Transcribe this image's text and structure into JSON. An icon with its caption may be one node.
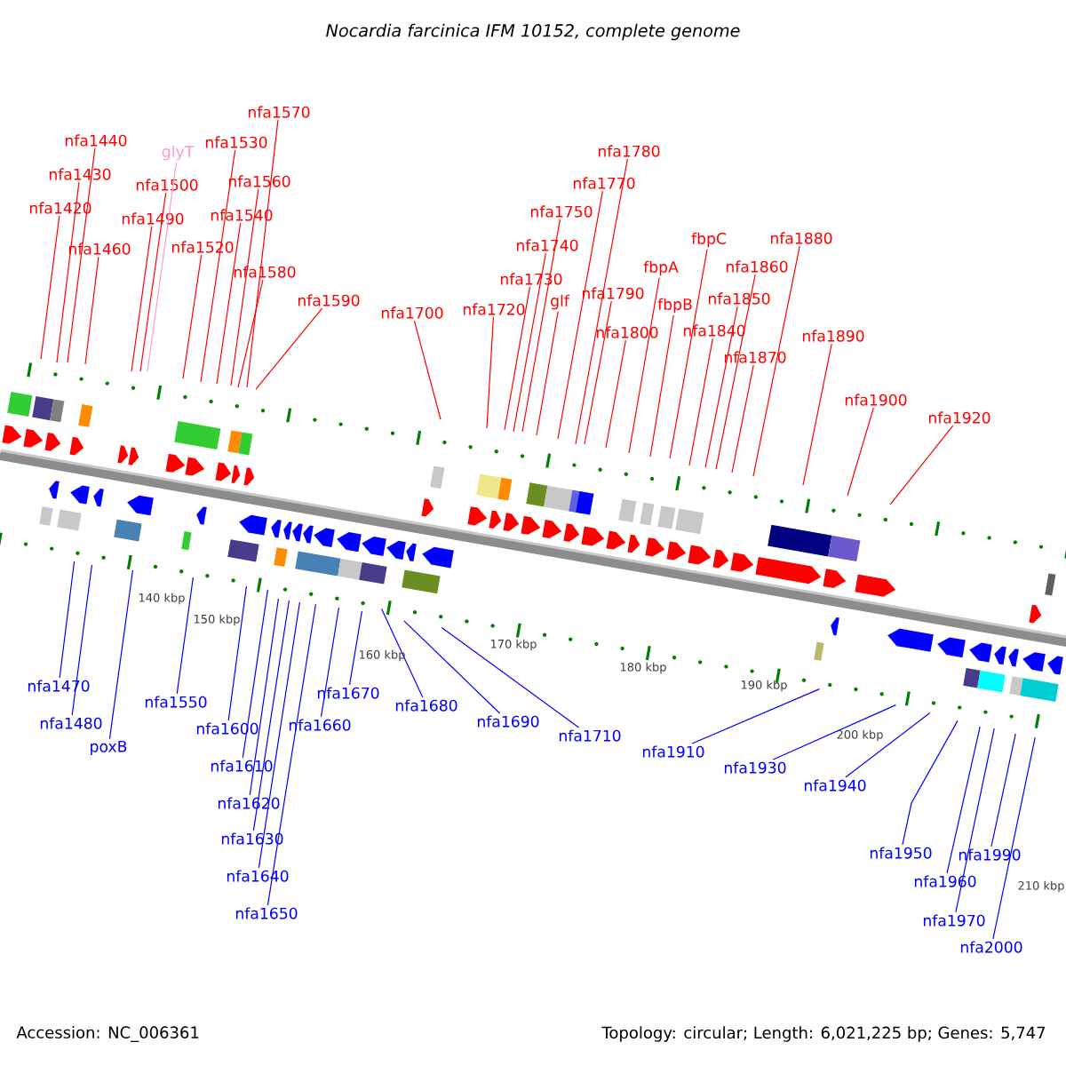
{
  "diagram": {
    "title": "Nocardia farcinica IFM 10152, complete genome",
    "nodes": [
      {
        "text": [
          "nfa1420"
        ]
      },
      {
        "text": [
          "nfa1430"
        ]
      },
      {
        "text": [
          "nfa1440"
        ]
      },
      {
        "text": [
          "nfa1460"
        ]
      },
      {
        "text": [
          "nfa1490"
        ]
      },
      {
        "text": [
          "nfa1500"
        ]
      },
      {
        "text": [
          "glyT"
        ]
      },
      {
        "text": [
          "nfa1520"
        ]
      },
      {
        "text": [
          "nfa1530"
        ]
      },
      {
        "text": [
          "nfa1540"
        ]
      },
      {
        "text": [
          "nfa1560"
        ]
      },
      {
        "text": [
          "nfa1570"
        ]
      },
      {
        "text": [
          "nfa1580"
        ]
      },
      {
        "text": [
          "nfa1590"
        ]
      },
      {
        "text": [
          "nfa1700"
        ]
      },
      {
        "text": [
          "nfa1720"
        ]
      },
      {
        "text": [
          "nfa1730"
        ]
      },
      {
        "text": [
          "nfa1740"
        ]
      },
      {
        "text": [
          "nfa1750"
        ]
      },
      {
        "text": [
          "nfa1770"
        ]
      },
      {
        "text": [
          "nfa1780"
        ]
      },
      {
        "text": [
          "glf"
        ]
      },
      {
        "text": [
          "nfa1790"
        ]
      },
      {
        "text": [
          "nfa1800"
        ]
      },
      {
        "text": [
          "fbpA"
        ]
      },
      {
        "text": [
          "fbpB"
        ]
      },
      {
        "text": [
          "fbpC"
        ]
      },
      {
        "text": [
          "nfa1840"
        ]
      },
      {
        "text": [
          "nfa1850"
        ]
      },
      {
        "text": [
          "nfa1860"
        ]
      },
      {
        "text": [
          "nfa1870"
        ]
      },
      {
        "text": [
          "nfa1880"
        ]
      },
      {
        "text": [
          "nfa1890"
        ]
      },
      {
        "text": [
          "nfa1900"
        ]
      },
      {
        "text": [
          "nfa1920"
        ]
      },
      {
        "text": [
          "nfa1470"
        ]
      },
      {
        "text": [
          "nfa1480"
        ]
      },
      {
        "text": [
          "poxB"
        ]
      },
      {
        "text": [
          "nfa1550"
        ]
      },
      {
        "text": [
          "nfa1600"
        ]
      },
      {
        "text": [
          "nfa1610"
        ]
      },
      {
        "text": [
          "nfa1620"
        ]
      },
      {
        "text": [
          "nfa1630"
        ]
      },
      {
        "text": [
          "nfa1640"
        ]
      },
      {
        "text": [
          "nfa1650"
        ]
      },
      {
        "text": [
          "nfa1660"
        ]
      },
      {
        "text": [
          "nfa1670"
        ]
      },
      {
        "text": [
          "nfa1680"
        ]
      },
      {
        "text": [
          "nfa1690"
        ]
      },
      {
        "text": [
          "nfa1710"
        ]
      },
      {
        "text": [
          "nfa1910"
        ]
      },
      {
        "text": [
          "nfa1930"
        ]
      },
      {
        "text": [
          "nfa1940"
        ]
      },
      {
        "text": [
          "nfa1950"
        ]
      },
      {
        "text": [
          "nfa1960"
        ]
      },
      {
        "text": [
          "nfa1970"
        ]
      },
      {
        "text": [
          "nfa1990"
        ]
      },
      {
        "text": [
          "nfa2000"
        ]
      }
    ],
    "edges": [
      {
        "from": 0,
        "to": null,
        "arrow": "none"
      },
      {
        "from": 1,
        "to": null,
        "arrow": "none"
      },
      {
        "from": 2,
        "to": null,
        "arrow": "none"
      },
      {
        "from": 3,
        "to": null,
        "arrow": "none"
      },
      {
        "from": 4,
        "to": null,
        "arrow": "none"
      },
      {
        "from": 5,
        "to": null,
        "arrow": "none"
      },
      {
        "from": 6,
        "to": null,
        "arrow": "none",
        "color": "#ff99cc"
      },
      {
        "from": 7,
        "to": null,
        "arrow": "none"
      },
      {
        "from": 8,
        "to": null,
        "arrow": "none"
      },
      {
        "from": 9,
        "to": null,
        "arrow": "none"
      },
      {
        "from": 10,
        "to": null,
        "arrow": "none"
      },
      {
        "from": 11,
        "to": null,
        "arrow": "none"
      },
      {
        "from": 12,
        "to": null,
        "arrow": "none"
      },
      {
        "from": 13,
        "to": null,
        "arrow": "none"
      },
      {
        "from": 14,
        "to": null,
        "arrow": "none"
      },
      {
        "from": 15,
        "to": null,
        "arrow": "none"
      },
      {
        "from": 16,
        "to": null,
        "arrow": "none"
      },
      {
        "from": 17,
        "to": null,
        "arrow": "none"
      },
      {
        "from": 18,
        "to": null,
        "arrow": "none"
      },
      {
        "from": 19,
        "to": null,
        "arrow": "none"
      },
      {
        "from": 20,
        "to": null,
        "arrow": "none"
      },
      {
        "from": 21,
        "to": null,
        "arrow": "none"
      },
      {
        "from": 22,
        "to": null,
        "arrow": "none"
      },
      {
        "from": 23,
        "to": null,
        "arrow": "none"
      },
      {
        "from": 24,
        "to": null,
        "arrow": "none"
      },
      {
        "from": 25,
        "to": null,
        "arrow": "none"
      },
      {
        "from": 26,
        "to": null,
        "arrow": "none"
      },
      {
        "from": 27,
        "to": null,
        "arrow": "none"
      },
      {
        "from": 28,
        "to": null,
        "arrow": "none"
      },
      {
        "from": 29,
        "to": null,
        "arrow": "none"
      },
      {
        "from": 30,
        "to": null,
        "arrow": "none"
      },
      {
        "from": 31,
        "to": null,
        "arrow": "none"
      },
      {
        "from": 32,
        "to": null,
        "arrow": "none"
      },
      {
        "from": 33,
        "to": null,
        "arrow": "none"
      },
      {
        "from": 34,
        "to": null,
        "arrow": "none"
      },
      {
        "from": 35,
        "to": null,
        "arrow": "none",
        "color": "#0000ff"
      },
      {
        "from": 36,
        "to": null,
        "arrow": "none",
        "color": "#0000ff"
      },
      {
        "from": 37,
        "to": null,
        "arrow": "none",
        "color": "#0000ff"
      },
      {
        "from": 38,
        "to": null,
        "arrow": "none",
        "color": "#0000ff"
      },
      {
        "from": 39,
        "to": null,
        "arrow": "none",
        "color": "#0000ff"
      },
      {
        "from": 40,
        "to": null,
        "arrow": "none",
        "color": "#0000ff"
      },
      {
        "from": 41,
        "to": null,
        "arrow": "none",
        "color": "#0000ff"
      },
      {
        "from": 42,
        "to": null,
        "arrow": "none",
        "color": "#0000ff"
      },
      {
        "from": 43,
        "to": null,
        "arrow": "none",
        "color": "#0000ff"
      },
      {
        "from": 44,
        "to": null,
        "arrow": "none",
        "color": "#0000ff"
      },
      {
        "from": 45,
        "to": null,
        "arrow": "none",
        "color": "#0000ff"
      },
      {
        "from": 46,
        "to": null,
        "arrow": "none",
        "color": "#0000ff"
      },
      {
        "from": 47,
        "to": null,
        "arrow": "none",
        "color": "#0000ff"
      },
      {
        "from": 48,
        "to": null,
        "arrow": "none",
        "color": "#0000ff"
      },
      {
        "from": 49,
        "to": null,
        "arrow": "none",
        "color": "#0000ff"
      },
      {
        "from": 50,
        "to": null,
        "arrow": "none",
        "color": "#0000ff"
      },
      {
        "from": 51,
        "to": null,
        "arrow": "none",
        "color": "#0000ff"
      },
      {
        "from": 52,
        "to": null,
        "arrow": "none",
        "color": "#0000ff"
      },
      {
        "from": 53,
        "to": null,
        "arrow": "none",
        "color": "#0000ff"
      },
      {
        "from": 54,
        "to": null,
        "arrow": "none",
        "color": "#0000ff"
      },
      {
        "from": 55,
        "to": null,
        "arrow": "none",
        "color": "#0000ff"
      },
      {
        "from": 56,
        "to": null,
        "arrow": "none",
        "color": "#0000ff"
      },
      {
        "from": 57,
        "to": null,
        "arrow": "none",
        "color": "#0000ff"
      }
    ],
    "labels": [
      "140 kbp",
      "150 kbp",
      "160 kbp",
      "170 kbp",
      "180 kbp",
      "190 kbp",
      "200 kbp",
      "210 kbp",
      "Accession: NC_006361",
      "Topology: circular; Length: 6,021,225 bp; Genes: 5,747"
    ]
  }
}
